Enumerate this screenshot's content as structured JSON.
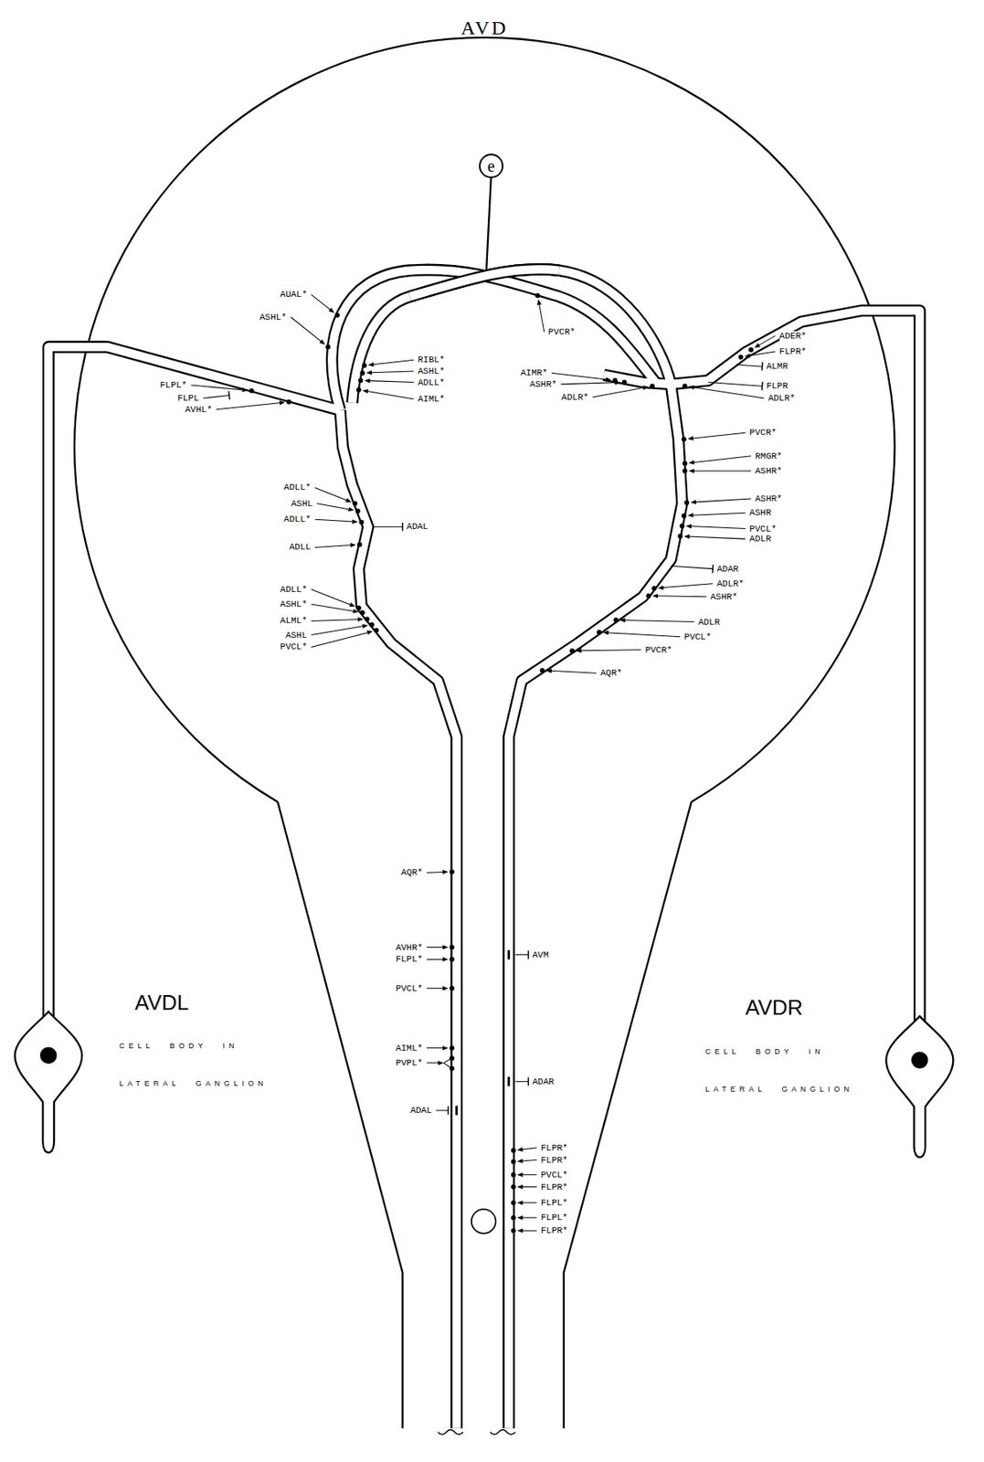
{
  "diagram": {
    "title": "AVD",
    "nodes": [
      {
        "text": [
          "e"
        ]
      }
    ],
    "labels": [
      "AVDL",
      "CELL BODY IN LATERAL GANGLION",
      "AVDR",
      "CELL BODY IN LATERAL GANGLION",
      "AUAL*",
      "ASHL*",
      "FLPL*",
      "FLPL",
      "AVHL*",
      "RIBL*",
      "ASHL*",
      "ADLL*",
      "AIML*",
      "PVCR*",
      "AIMR*",
      "ASHR*",
      "ADLR*",
      "ADER*",
      "FLPR*",
      "ALMR",
      "FLPR",
      "ADLR*",
      "PVCR*",
      "RMGR*",
      "ASHR*",
      "ASHR*",
      "ASHR",
      "PVCL*",
      "ADLR",
      "ADAR",
      "ADLR*",
      "ASHR*",
      "ADLR",
      "PVCL*",
      "PVCR*",
      "AQR*",
      "ADLL*",
      "ASHL",
      "ADLL*",
      "ADLL",
      "ADAL",
      "ADLL*",
      "ASHL*",
      "ALML*",
      "ASHL",
      "PVCL*",
      "AQR*",
      "AVHR*",
      "FLPL*",
      "PVCL*",
      "AIML*",
      "PVPL*",
      "ADAL",
      "AVM",
      "ADAR",
      "FLPR*",
      "FLPR*",
      "PVCL*",
      "FLPR*",
      "FLPL*",
      "FLPL*",
      "FLPR*"
    ]
  }
}
